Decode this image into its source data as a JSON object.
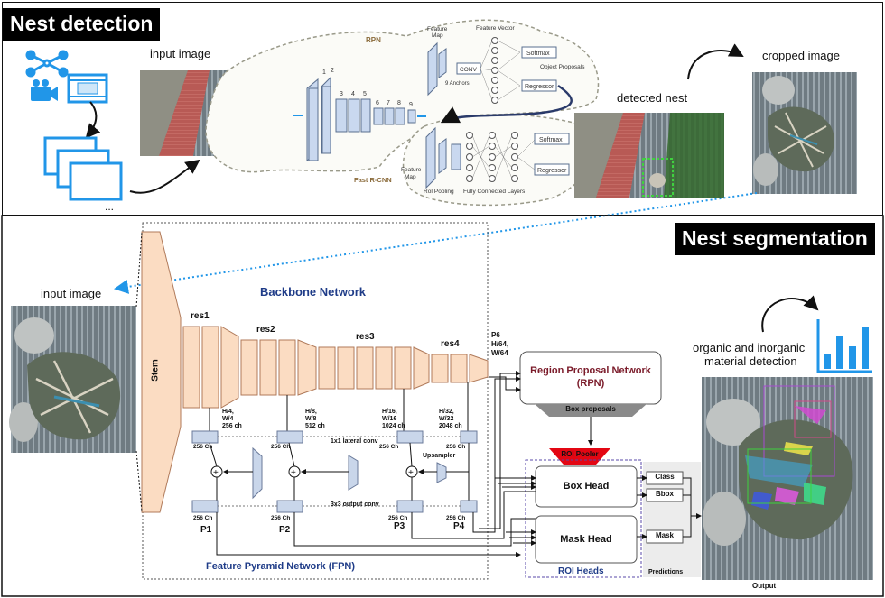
{
  "detection": {
    "title": "Nest detection",
    "input_label": "input image",
    "detected_label": "detected nest",
    "cropped_label": "cropped image",
    "ellipsis": "...",
    "rpn": {
      "rpn_label": "RPN",
      "feature_map": [
        "Feature",
        "Map"
      ],
      "feature_vector": "Feature Vector",
      "conv": "CONV",
      "anchors": "9 Anchors",
      "softmax": "Softmax",
      "regressor": "Regressor",
      "object_proposals": "Object Proposals",
      "layer_nums": [
        "1",
        "2",
        "3",
        "4",
        "5",
        "6",
        "7",
        "8",
        "9"
      ]
    },
    "fast_rcnn": {
      "label": "Fast R-CNN",
      "feature_map": [
        "Feature",
        "Map"
      ],
      "roi_pooling": "RoI Pooling",
      "fc_layers": "Fully Connected Layers",
      "softmax": "Softmax",
      "regressor": "Regressor"
    }
  },
  "segmentation": {
    "title": "Nest segmentation",
    "input_label": "input image",
    "organic_label": [
      "organic and inorganic",
      "material detection"
    ],
    "output_label": "Output",
    "backbone_label": "Backbone Network",
    "stem_label": "Stem",
    "res_labels": [
      "res1",
      "res2",
      "res3",
      "res4"
    ],
    "p6_label": [
      "P6",
      "H/64,",
      "W/64"
    ],
    "dims": [
      [
        "H/4,",
        "W/4",
        "256 ch"
      ],
      [
        "H/8,",
        "W/8",
        "512 ch"
      ],
      [
        "H/16,",
        "W/16",
        "1024 ch"
      ],
      [
        "H/32,",
        "W/32",
        "2048 ch"
      ]
    ],
    "ch256": "256 Ch",
    "lateral_conv": "1x1 lateral conv",
    "output_conv": "3x3 output conv",
    "upsampler": "Upsampler",
    "p_labels": [
      "P1",
      "P2",
      "P3",
      "P4"
    ],
    "fpn_label": "Feature Pyramid Network (FPN)",
    "rpn_title": [
      "Region Proposal Network",
      "(RPN)"
    ],
    "box_proposals": "Box proposals",
    "roi_pooler": "ROI Pooler",
    "box_head": "Box Head",
    "mask_head": "Mask Head",
    "roi_heads": "ROI Heads",
    "class": "Class",
    "bbox": "Bbox",
    "mask": "Mask",
    "predictions": "Predictions",
    "plus": "+"
  },
  "colors": {
    "accent_blue": "#2196e8",
    "backbone_fill": "#fbdcc2",
    "fpn_fill": "#c9d6ea",
    "roi_pooler_red": "#e30613",
    "rpn_title_color": "#7b1b2a",
    "navy_label": "#1f3c88"
  }
}
